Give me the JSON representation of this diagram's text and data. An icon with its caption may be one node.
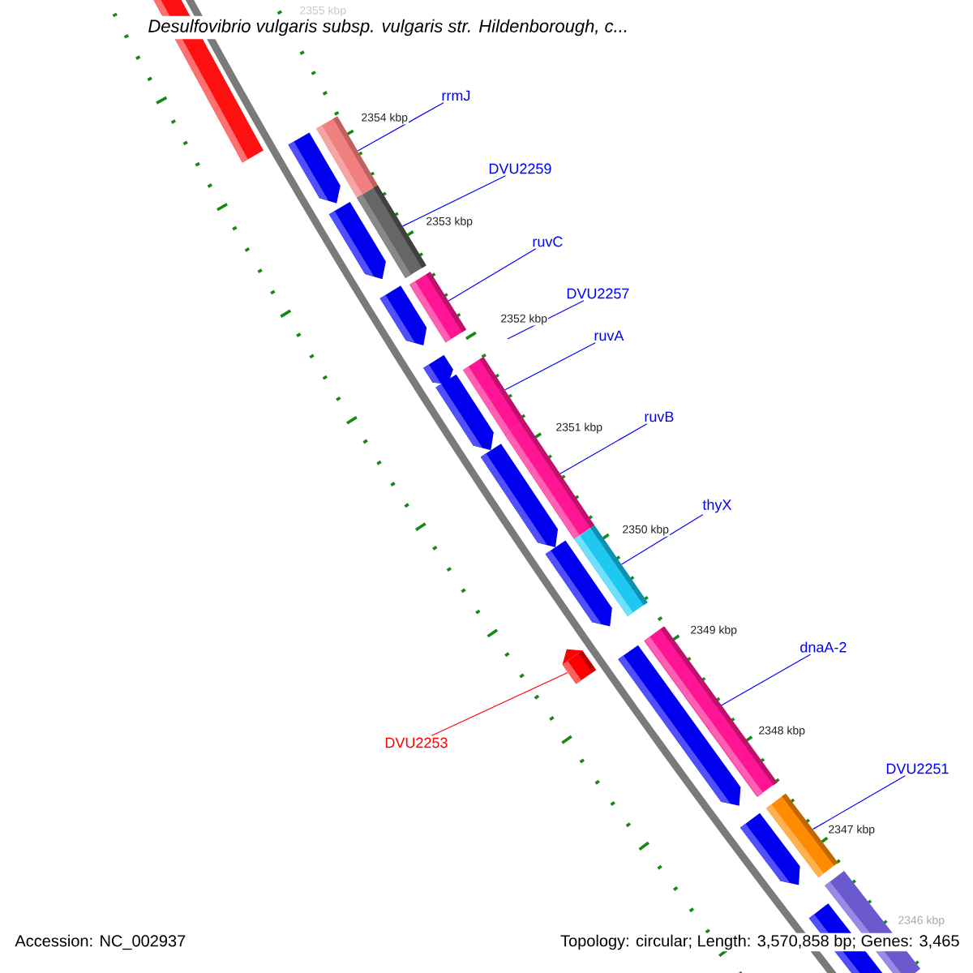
{
  "diagram": {
    "title": "Desulfovibrio vulgaris subsp. vulgaris str. Hildenborough, c...",
    "nodes": [
      {
        "text": [
          "rrmJ"
        ]
      },
      {
        "text": [
          "DVU2259"
        ]
      },
      {
        "text": [
          "ruvC"
        ]
      },
      {
        "text": [
          "DVU2257"
        ]
      },
      {
        "text": [
          "ruvA"
        ]
      },
      {
        "text": [
          "ruvB"
        ]
      },
      {
        "text": [
          "thyX"
        ]
      },
      {
        "text": [
          "dnaA-2"
        ]
      },
      {
        "text": [
          "DVU2253"
        ]
      },
      {
        "text": [
          "DVU2251"
        ]
      },
      {
        "text": [],
        "shape": "bar"
      },
      {
        "text": [],
        "shape": "bar"
      },
      {
        "text": [],
        "shape": "bar"
      },
      {
        "text": [],
        "shape": "bar"
      },
      {
        "text": [],
        "shape": "bar"
      },
      {
        "text": [],
        "shape": "bar"
      },
      {
        "text": [],
        "shape": "bar"
      },
      {
        "text": [],
        "shape": "bar"
      },
      {
        "text": [],
        "shape": "bar"
      }
    ],
    "edges": [
      {
        "from": 0,
        "to": 10,
        "arrow": "none"
      },
      {
        "from": 1,
        "to": 11,
        "arrow": "none"
      },
      {
        "from": 2,
        "to": 12,
        "arrow": "none"
      },
      {
        "from": 3,
        "to": null,
        "arrow": "none"
      },
      {
        "from": 4,
        "to": 13,
        "arrow": "none"
      },
      {
        "from": 5,
        "to": 14,
        "arrow": "none"
      },
      {
        "from": 6,
        "to": 15,
        "arrow": "none"
      },
      {
        "from": 7,
        "to": 17,
        "arrow": "none"
      },
      {
        "from": 8,
        "to": 16,
        "arrow": "none",
        "color": "#ff0000"
      },
      {
        "from": 9,
        "to": 18,
        "arrow": "none"
      }
    ],
    "labels": [
      "2355 kbp",
      "2354 kbp",
      "2353 kbp",
      "2352 kbp",
      "2351 kbp",
      "2350 kbp",
      "2349 kbp",
      "2348 kbp",
      "2347 kbp",
      "2346 kbp",
      "Accession: NC_002937",
      "Topology: circular; Length: 3,570,858 bp; Genes: 3,465"
    ]
  }
}
